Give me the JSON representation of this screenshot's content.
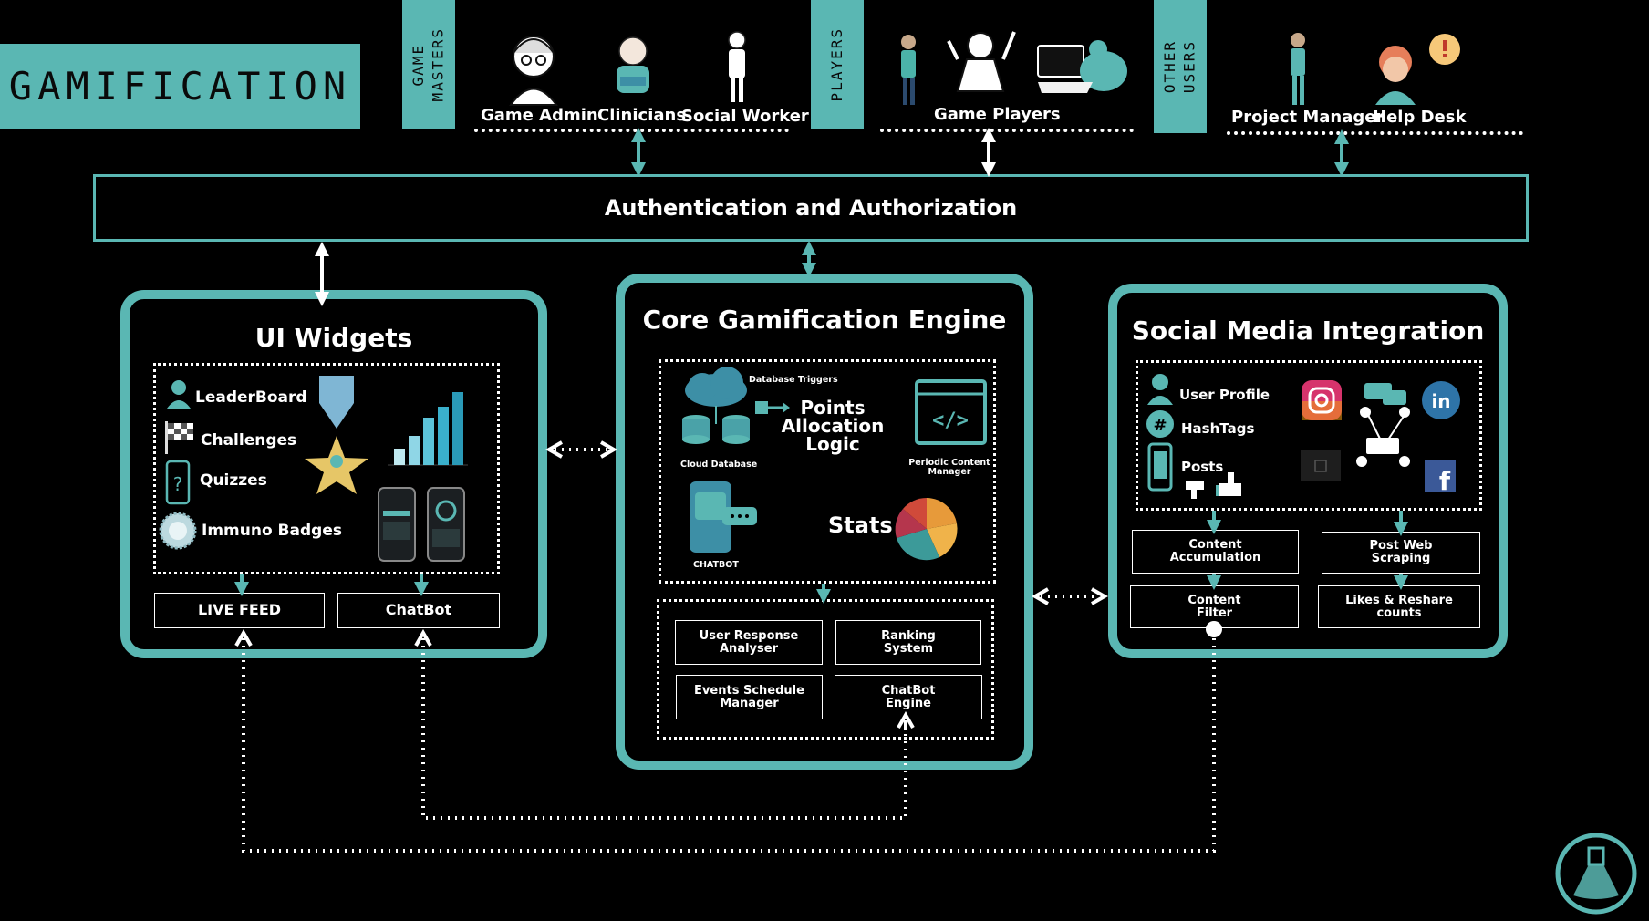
{
  "title": "GAMIFICATION",
  "groups": {
    "game_masters": {
      "label": "GAME\nMASTERS",
      "roles": [
        "Game Admin",
        "Clinicians",
        "Social Worker"
      ]
    },
    "players": {
      "label": "PLAYERS",
      "roles": [
        "Game Players"
      ]
    },
    "other_users": {
      "label": "OTHER\nUSERS",
      "roles": [
        "Project Manager",
        "Help Desk"
      ]
    }
  },
  "auth": "Authentication and Authorization",
  "ui_widgets": {
    "title": "UI Widgets",
    "items": [
      "LeaderBoard",
      "Challenges",
      "Quizzes",
      "Immuno Badges"
    ],
    "outputs": [
      "LIVE FEED",
      "ChatBot"
    ]
  },
  "core": {
    "title": "Core Gamification Engine",
    "db_triggers": "Database Triggers",
    "points_logic": "Points\nAllocation\nLogic",
    "cloud_db": "Cloud Database",
    "periodic": "Periodic Content\nManager",
    "chatbot": "CHATBOT",
    "stats": "Stats",
    "modules": [
      "User Response\nAnalyser",
      "Ranking\nSystem",
      "Events Schedule\nManager",
      "ChatBot\nEngine"
    ]
  },
  "social": {
    "title": "Social Media Integration",
    "items": [
      "User Profile",
      "HashTags",
      "Posts"
    ],
    "modules": [
      "Content\nAccumulation",
      "Post Web\nScraping",
      "Content\nFilter",
      "Likes & Reshare\ncounts"
    ]
  },
  "colors": {
    "accent": "#5ab7b3",
    "background": "#000000",
    "text": "#ffffff"
  }
}
